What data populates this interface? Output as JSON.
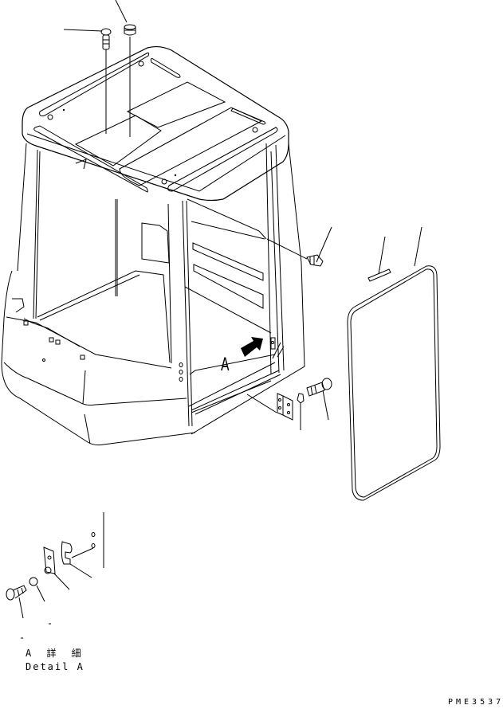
{
  "diagram": {
    "type": "exploded parts diagram",
    "subject": "operator cab frame with window glass, seal strip, bolts and detail A bracket",
    "view_marker_label": "A",
    "detail_caption": {
      "japanese": "A 詳 細",
      "english": "Detail A"
    },
    "drawing_code": "PME3537",
    "parts": [
      {
        "id": "cab-frame",
        "description": "cab frame"
      },
      {
        "id": "roof-bolt",
        "description": "bolt (roof)"
      },
      {
        "id": "roof-plug",
        "description": "plug / cap (roof)"
      },
      {
        "id": "side-bolt",
        "description": "bolt (rear pillar)"
      },
      {
        "id": "seal-strip",
        "description": "small strip"
      },
      {
        "id": "window-glass",
        "description": "window glass with seal"
      },
      {
        "id": "hinge-plate",
        "description": "bracket plate"
      },
      {
        "id": "washer",
        "description": "washer"
      },
      {
        "id": "hinge-bolt",
        "description": "bolt"
      },
      {
        "id": "detail-bolt",
        "description": "bolt (detail A)"
      },
      {
        "id": "detail-lock-washer",
        "description": "lock washer (detail A)"
      },
      {
        "id": "detail-plate",
        "description": "plate (detail A)"
      },
      {
        "id": "detail-bracket",
        "description": "bracket (detail A)"
      }
    ],
    "colors": {
      "line": "#000000",
      "background": "#ffffff"
    }
  }
}
